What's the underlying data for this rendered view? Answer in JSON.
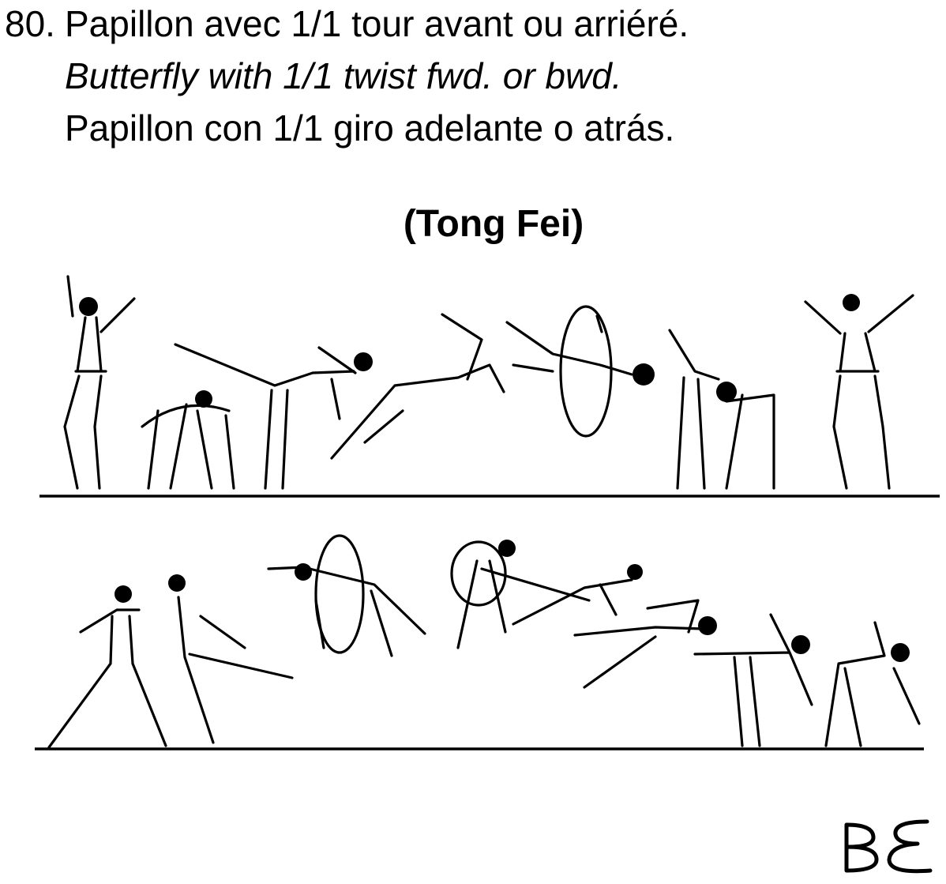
{
  "element": {
    "number": "80.",
    "name_fr": "Papillon avec 1/1 tour avant ou arriéré.",
    "name_en": "Butterfly with 1/1 twist fwd. or bwd.",
    "name_es": "Papillon con 1/1 giro adelante o atrás.",
    "credit": "(Tong Fei)"
  },
  "signature": {
    "text": "BE"
  },
  "illustration": {
    "top_sequence_icon": "gymnast-butterfly-twist-sequence-icon",
    "bottom_sequence_icon": "gymnast-butterfly-twist-alt-sequence-icon"
  }
}
